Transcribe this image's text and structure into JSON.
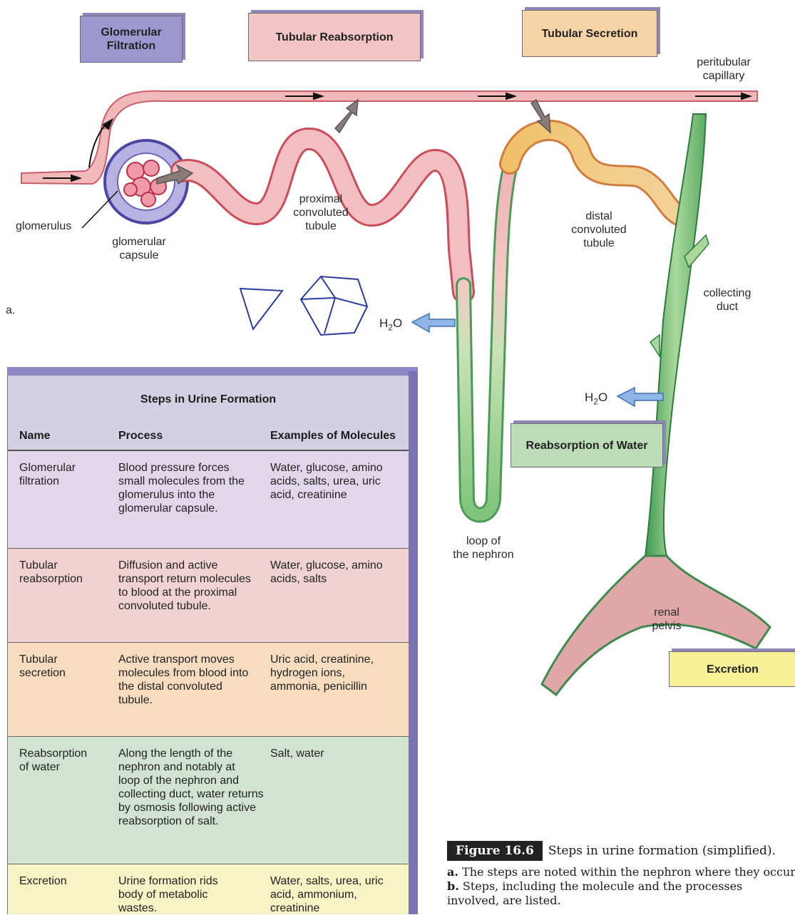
{
  "steps": {
    "glomerular_filtration": "Glomerular\nFiltration",
    "tubular_reabsorption": "Tubular Reabsorption",
    "tubular_secretion": "Tubular Secretion",
    "reabsorption_of_water": "Reabsorption of Water",
    "excretion": "Excretion"
  },
  "labels": {
    "peritubular_capillary": "peritubular\ncapillary",
    "glomerulus": "glomerulus",
    "glomerular_capsule": "glomerular\ncapsule",
    "proximal_tubule": "proximal\nconvoluted\ntubule",
    "distal_tubule": "distal\nconvoluted\ntubule",
    "collecting_duct": "collecting\nduct",
    "loop": "loop of\nthe nephron",
    "renal_pelvis": "renal\npelvis",
    "panel_a": "a.",
    "h2o": "H",
    "h2o_sub": "2",
    "h2o_end": "O"
  },
  "table": {
    "title": "Steps in Urine Formation",
    "headers": [
      "Name",
      "Process",
      "Examples of Molecules"
    ],
    "rows": [
      {
        "name": "Glomerular\nfiltration",
        "process": "Blood pressure forces\nsmall molecules from the\nglomerulus into the\nglomerular capsule.",
        "examples": "Water, glucose, amino\nacids, salts, urea, uric\nacid, creatinine",
        "color": "#e2d6ea"
      },
      {
        "name": "Tubular\nreabsorption",
        "process": "Diffusion and active\ntransport return molecules\nto blood at the proximal\nconvoluted tubule.",
        "examples": "Water, glucose, amino\nacids, salts",
        "color": "#f0d2d3"
      },
      {
        "name": "Tubular\nsecretion",
        "process": "Active transport moves\nmolecules from blood into\nthe distal convoluted\ntubule.",
        "examples": "Uric acid, creatinine,\nhydrogen ions,\nammonia, penicillin",
        "color": "#f7dcc0"
      },
      {
        "name": "Reabsorption\nof water",
        "process": "Along the length of the\nnephron and notably at\nloop of the nephron and\ncollecting duct, water returns\nby osmosis following active\nreabsorption of salt.",
        "examples": "Salt, water",
        "color": "#d3e3d2"
      },
      {
        "name": "Excretion",
        "process": "Urine formation rids\nbody of metabolic\nwastes.",
        "examples": "Water, salts, urea, uric\nacid, ammonium,\ncreatinine",
        "color": "#f6f3c4"
      }
    ]
  },
  "caption": {
    "figure_label": "Figure 16.6",
    "title": "Steps in urine formation (simplified).",
    "line_a_letter": "a.",
    "line_a": " The steps are noted within the nephron where they occur.",
    "line_b_letter": "b.",
    "line_b": " Steps, including the molecule and the processes",
    "line_c": "involved, are listed."
  },
  "colors": {
    "filtration": "#9c98cf",
    "reabsorption": "#f2c4c4",
    "secretion": "#f6d4a8",
    "water": "#bcdcb8",
    "excretion": "#f7f096",
    "vessel": "#f1b6b8",
    "tubule_green": "#a9d79e"
  }
}
